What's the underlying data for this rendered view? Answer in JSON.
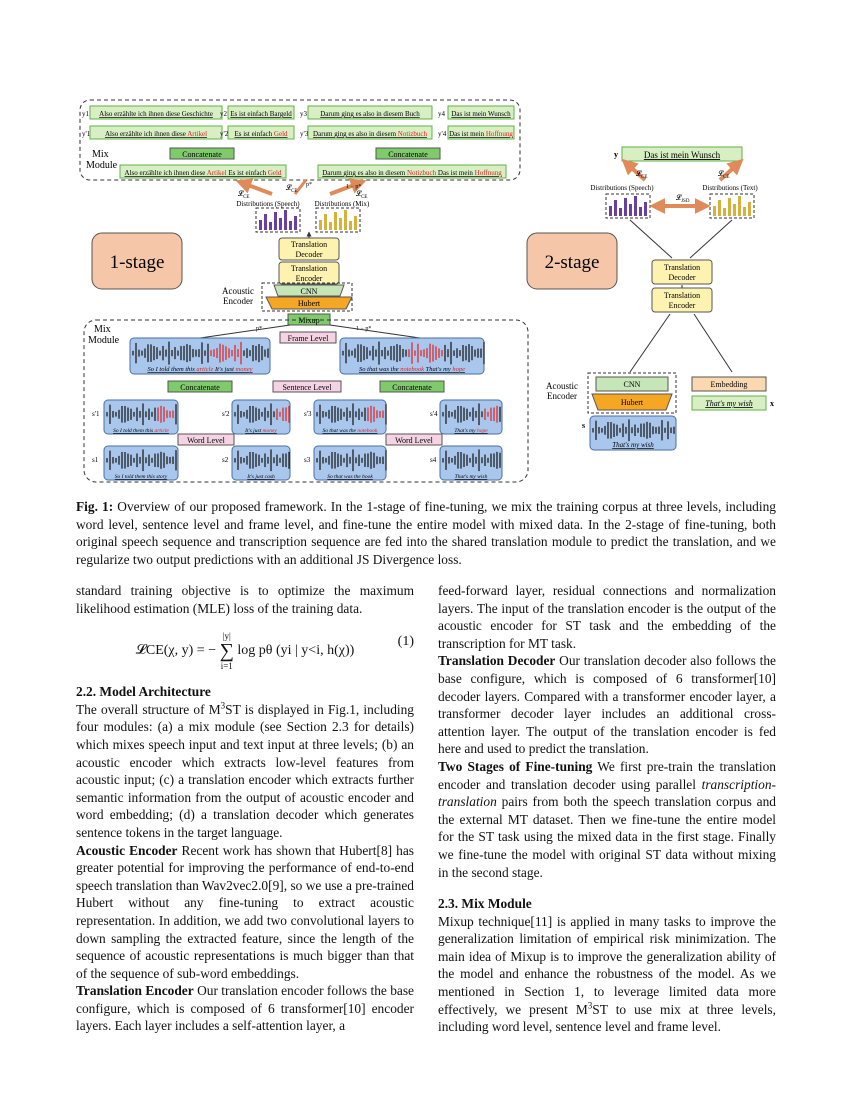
{
  "figure": {
    "stage1_label": "1-stage",
    "stage2_label": "2-stage",
    "mix_module_label": "Mix\nModule",
    "top_rows": {
      "y_labels": [
        "y1",
        "y2",
        "y3",
        "y4"
      ],
      "yprime_labels": [
        "y'1",
        "y'2",
        "y'3",
        "y'4"
      ],
      "y_texts": [
        "Also erzählte ich ihnen diese Geschichte",
        "Es ist einfach Bargeld",
        "Darum ging es also in diesem Buch",
        "Das ist mein Wunsch"
      ],
      "yprime_plain": [
        "Also erzählte ich ihnen diese ",
        "Es ist einfach ",
        "Darum ging es also in diesem ",
        "Das ist mein "
      ],
      "yprime_red": [
        "Artikel",
        "Geld",
        "Notizbuch",
        "Hoffnung"
      ],
      "concat": "Concatenate",
      "mixed_left_parts": [
        "Also erzählte ich ihnen diese ",
        "Artikel",
        " Es ist einfach ",
        "Geld"
      ],
      "mixed_right_parts": [
        "Darum ging es also in diesem ",
        "Notizbuch",
        " Das ist mein ",
        "Hoffnung"
      ]
    },
    "loss_labels": [
      "LCE",
      "LCE",
      "LCE",
      "LJSD"
    ],
    "p_star": "p*",
    "one_minus_p": "1 − p*",
    "dist_speech": "Distributions (Speech)",
    "dist_mix": "Distributions (Mix)",
    "dist_text": "Distributions (Text)",
    "translation_decoder": "Translation\nDecoder",
    "translation_encoder": "Translation\nEncoder",
    "acoustic_encoder": "Acoustic\nEncoder",
    "cnn": "CNN",
    "hubert": "Hubert",
    "mixup": "Mixup",
    "frame_level": "Frame Level",
    "sentence_level": "Sentence Level",
    "word_level": "Word Level",
    "frame_captions": [
      [
        "So I told them this ",
        "article",
        " It's just ",
        "money"
      ],
      [
        "So that was the ",
        "notebook",
        " That's my ",
        "hope"
      ]
    ],
    "s_labels": [
      "s1",
      "s2",
      "s3",
      "s4"
    ],
    "sprime_labels": [
      "s'1",
      "s'2",
      "s'3",
      "s'4"
    ],
    "s_captions": [
      "So I told them this story",
      "It's just cash",
      "So that was the book",
      "That's my wish"
    ],
    "sprime_captions": [
      [
        "So I told them this ",
        "article"
      ],
      [
        "It's just ",
        "money"
      ],
      [
        "So that was the ",
        "notebook"
      ],
      [
        "That's my ",
        "hope"
      ]
    ],
    "stage2": {
      "y": "y",
      "y_text": "Das ist mein Wunsch",
      "embedding": "Embedding",
      "x_text": "That's my wish",
      "x": "x",
      "s": "s",
      "s_caption": "That's my wish"
    }
  },
  "caption": {
    "label": "Fig. 1:",
    "text": " Overview of our proposed framework. In the 1-stage of fine-tuning, we mix the training corpus at three levels, including word level, sentence level and frame level, and fine-tune the entire model with mixed data. In the 2-stage of fine-tuning, both original speech sequence and transcription sequence are fed into the shared translation module to predict the translation, and we regularize two output predictions with an additional JS Divergence loss."
  },
  "left_column": {
    "p0": "standard training objective is to optimize the maximum likelihood estimation (MLE) loss of the training data.",
    "equation_lhs": "𝓛CE(χ, y) = −",
    "equation_sum_top": "|y|",
    "equation_sum_bottom": "i=1",
    "equation_rhs": "log pθ (yi | y<i, h(χ))",
    "equation_number": "(1)",
    "sec22": "2.2.  Model Architecture",
    "p1": "The overall structure of M3ST is displayed in Fig.1, including four modules: (a) a mix module (see Section 2.3 for details) which mixes speech input and text input at three levels; (b) an acoustic encoder which extracts low-level features from acoustic input; (c) a translation encoder which extracts further semantic information from the output of acoustic encoder and word embedding; (d) a translation decoder which generates sentence tokens in the target language.",
    "ae_head": "Acoustic Encoder",
    "ae_text": " Recent work has shown that Hubert[8] has greater potential for improving the performance of end-to-end speech translation than Wav2vec2.0[9], so we use a pre-trained Hubert without any fine-tuning to extract acoustic representation. In addition, we add two convolutional layers to down sampling the extracted feature, since the length of the sequence of acoustic representations is much bigger than that of the sequence of sub-word embeddings.",
    "te_head": "Translation Encoder",
    "te_text": " Our translation encoder follows the base configure, which is composed of 6 transformer[10] encoder layers. Each layer includes a self-attention layer, a"
  },
  "right_column": {
    "p0": "feed-forward layer, residual connections and normalization layers. The input of the translation encoder is the output of the acoustic encoder for ST task and the embedding of the transcription for MT task.",
    "td_head": "Translation Decoder",
    "td_text": " Our translation decoder also follows the base configure, which is composed of 6 transformer[10] decoder layers. Compared with a transformer encoder layer, a transformer decoder layer includes an additional cross-attention layer. The output of the translation encoder is fed here and used to predict the translation.",
    "ts_head": "Two Stages of Fine-tuning",
    "ts_text_a": " We first pre-train the translation encoder and translation decoder using parallel ",
    "ts_italic": "transcription-translation",
    "ts_text_b": " pairs from both the speech translation corpus and the external MT dataset. Then we fine-tune the entire model for the ST task using the mixed data in the first stage. Finally we fine-tune the model with original ST data without mixing in the second stage.",
    "sec23": "2.3.  Mix Module",
    "p_mix": "Mixup technique[11] is applied in many tasks to improve the generalization limitation of empirical risk minimization. The main idea of Mixup is to improve the generalization ability of the model and enhance the robustness of the model. As we mentioned in Section 1, to leverage limited data more effectively, we present M3ST to use mix at three levels, including word level, sentence level and frame level."
  },
  "colors": {
    "green_box": "#d8efc4",
    "green_dark": "#5fb04a",
    "yellow_box": "#fdf2b0",
    "blue_wave": "#a9c7ec",
    "orange_hubert": "#f5a623",
    "stage_bg": "#f6c6a8",
    "pink_label": "#f6d3e4",
    "purple_bar": "#6a3fa0",
    "gold_bar": "#d4b23c",
    "red_text": "#e02020",
    "arrow_orange": "#e08a5a"
  }
}
